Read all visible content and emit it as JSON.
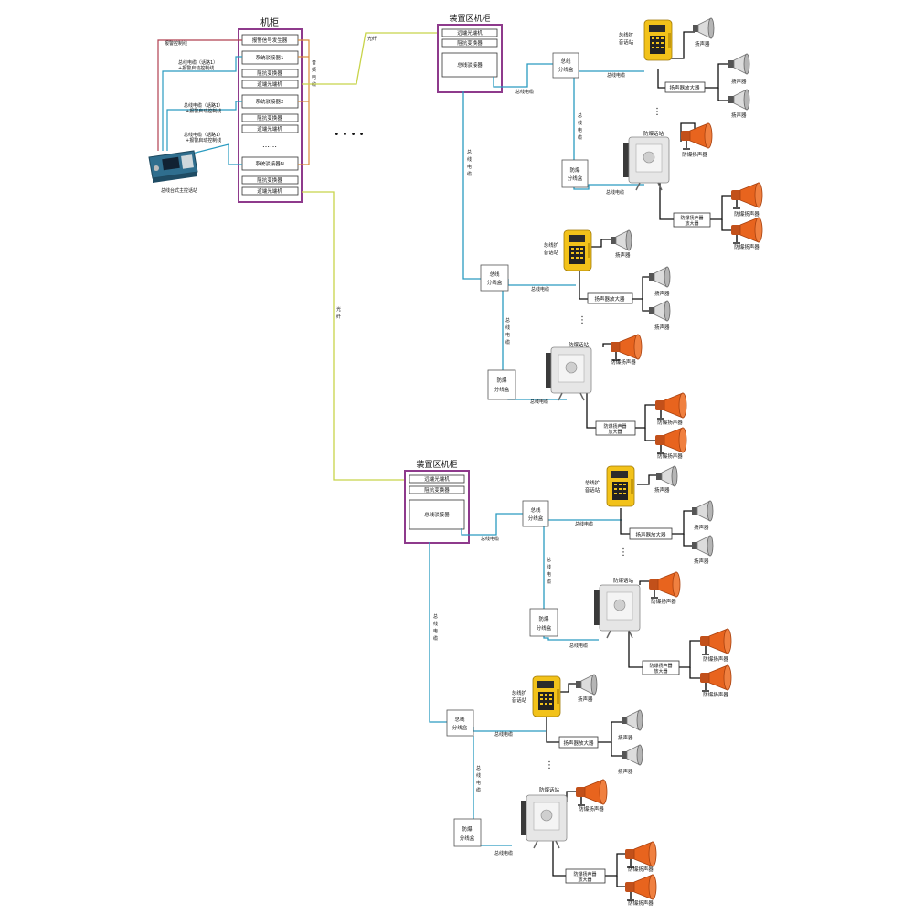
{
  "main_cabinet": {
    "title": "机柜",
    "rows": [
      "报警信号发生器",
      "系统驳接器1",
      "阻抗变换器",
      "近端光端机",
      "系统驳接器2",
      "阻抗变换器",
      "近端光端机",
      "系统驳接器N",
      "阻抗变换器",
      "近端光端机"
    ],
    "ellipsis": "……"
  },
  "console": {
    "label": "总线台式主控话站",
    "alarm_line": "报警控制线",
    "bus1": [
      "总线电缆（话路1）",
      "+报警启动控制线"
    ],
    "bus2": [
      "总线电缆（话路1）",
      "+报警启动控制线"
    ],
    "bus3": [
      "总线电缆（话路1）",
      "+报警启动控制线"
    ],
    "side_label": [
      "音",
      "频",
      "电",
      "缆"
    ]
  },
  "fiber_label": "光纤",
  "fiber_vertical": [
    "光",
    "纤"
  ],
  "dots_h": "• • • •",
  "dots_v": "⋮",
  "unit_cabinet": {
    "title": "装置区机柜",
    "rows": [
      "远端光端机",
      "阻抗变换器"
    ],
    "main_row": "总线驳接器"
  },
  "labels": {
    "bus_cable": "总线电缆",
    "bus_cable_v": [
      "总",
      "线",
      "电",
      "缆"
    ],
    "junction": [
      "总线",
      "分线盒"
    ],
    "ex_junction": [
      "防爆",
      "分线盒"
    ],
    "station": [
      "总线扩",
      "音话站"
    ],
    "speaker": "扬声器",
    "amp": "扬声器放大器",
    "ex_station": "防爆话站",
    "ex_speaker": "防爆扬声器",
    "ex_amp": [
      "防爆扬声器",
      "放大器"
    ]
  },
  "colors": {
    "cabinet_border": "#8e3a8c",
    "bus_cable": "#2a9bc0",
    "fiber": "#c8d44a",
    "alarm_line": "#b04050",
    "audio_line": "#d88a3a",
    "station_yellow": "#f2c21a",
    "horn_orange": "#e8641e"
  }
}
